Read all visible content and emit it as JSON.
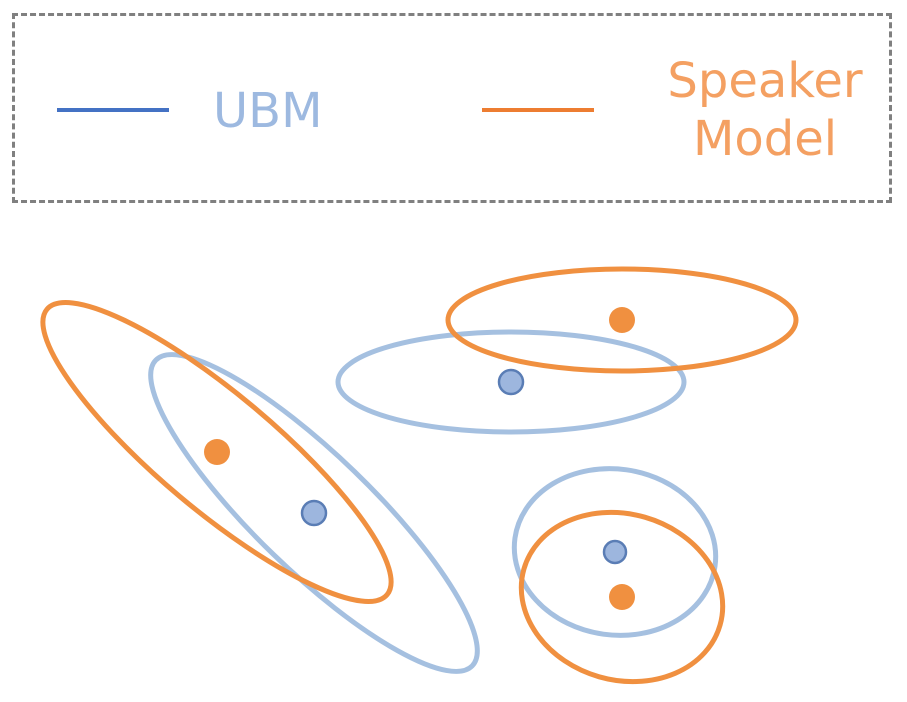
{
  "legend": {
    "ubm_label": "UBM",
    "speaker_label_line1": "Speaker",
    "speaker_label_line2": "Model"
  },
  "colors": {
    "ubm_line": "#4472C4",
    "ubm_text": "#9DB9E0",
    "ubm_ellipse": "#A5C0E0",
    "ubm_dot_fill": "#9DB6DE",
    "ubm_dot_stroke": "#5A7DB5",
    "speaker": "#F09040",
    "speaker_text": "#F4A062",
    "legend_border": "#808080"
  }
}
